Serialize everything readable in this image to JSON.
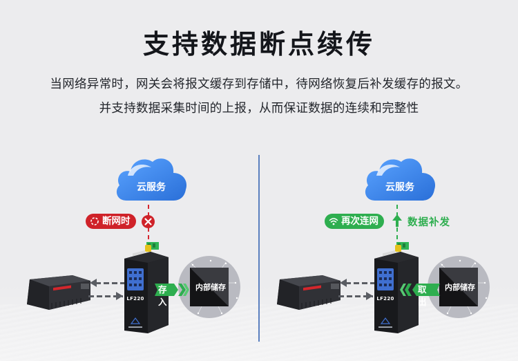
{
  "header": {
    "title": "支持数据断点续传",
    "description_line1": "当网络异常时，网关会将报文缓存到存储中，待网络恢复后补发缓存的报文。",
    "description_line2": "并支持数据采集时间的上报，从而保证数据的连续和完整性"
  },
  "colors": {
    "background": "#ececee",
    "cloud_blue": "#3d86ea",
    "offline_red": "#cf2229",
    "online_green": "#2eae4f",
    "divider_blue": "#5a7fbf",
    "device_black": "#1c1d21"
  },
  "left_scenario": {
    "cloud_label": "云服务",
    "status_badge": "断网时",
    "status_icon": "broken-link-icon",
    "connection_state_icon": "x-circle-icon",
    "gateway_model": "LF220",
    "flow_action": "存入",
    "flow_direction": "to-storage",
    "storage_label": "内部储存"
  },
  "right_scenario": {
    "cloud_label": "云服务",
    "status_badge": "再次连网",
    "status_icon": "wifi-icon",
    "upload_label": "数据补发",
    "upload_icon": "arrow-up-icon",
    "gateway_model": "LF220",
    "flow_action": "取出",
    "flow_direction": "from-storage",
    "storage_label": "内部储存"
  }
}
